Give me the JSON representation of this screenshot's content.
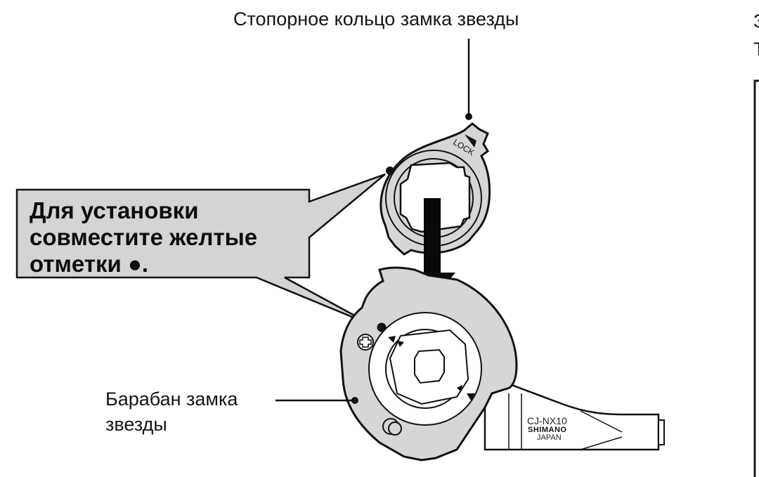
{
  "diagram": {
    "top_callout": "Стопорное кольцо замка звезды",
    "instruction_box": {
      "lines": [
        "Для установки",
        "совместите желтые",
        "отметки ●."
      ]
    },
    "bottom_callout_lines": [
      "Барабан замка",
      "звезды"
    ],
    "lock_ring_marking": "LOCK",
    "component_marking": {
      "model": "CJ-NX10",
      "brand": "SHIMANO",
      "origin": "JAPAN"
    },
    "right_edge_cut_text": [
      "З",
      "Т"
    ],
    "colors": {
      "part_fill": "#d6d6d6",
      "callout_fill": "#d4d4d4",
      "line": "#111111",
      "background": "#ffffff"
    }
  }
}
